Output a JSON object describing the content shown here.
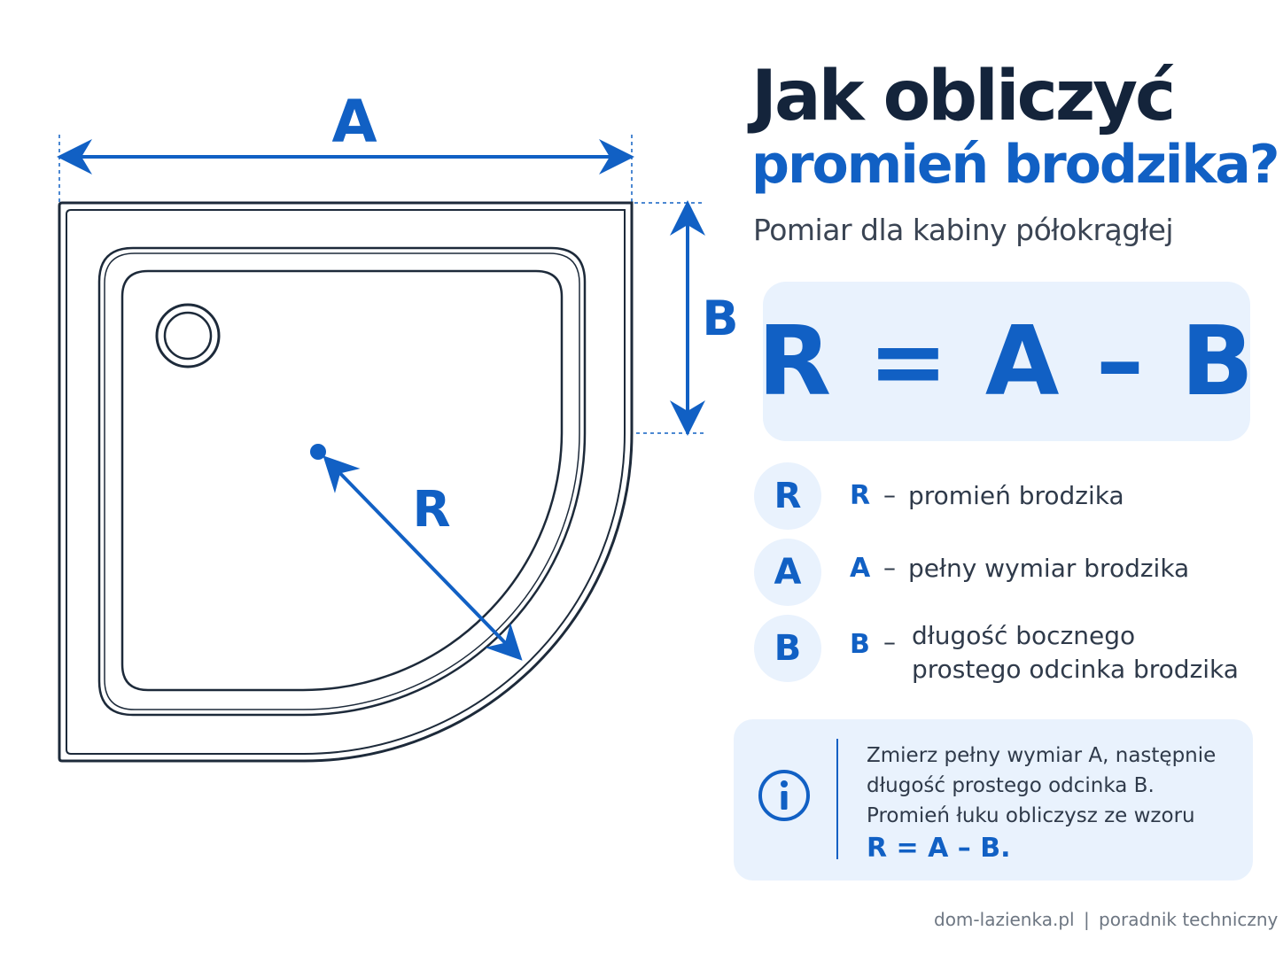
{
  "title": {
    "line1": "Jak obliczyć",
    "line2": "promień brodzika?"
  },
  "subtitle": "Pomiar dla kabiny półokrągłej",
  "diagram": {
    "label_a": "A",
    "label_b": "B",
    "label_r": "R"
  },
  "formula": "R = A – B",
  "legend": [
    {
      "badge": "R",
      "letter": "R",
      "dash": "–",
      "lines": [
        "promień brodzika"
      ]
    },
    {
      "badge": "A",
      "letter": "A",
      "dash": "–",
      "lines": [
        "pełny wymiar brodzika"
      ]
    },
    {
      "badge": "B",
      "letter": "B",
      "dash": "–",
      "lines": [
        "długość bocznego",
        "prostego odcinka brodzika"
      ]
    }
  ],
  "info": {
    "icon": "info-icon",
    "lines": [
      "Zmierz pełny wymiar A, następnie",
      "długość prostego odcinka B.",
      "Promień łuku obliczysz ze wzoru"
    ],
    "formula": "R = A – B."
  },
  "footer": {
    "site": "dom-lazienka.pl",
    "separator": "|",
    "tagline": "poradnik techniczny"
  },
  "colors": {
    "accent": "#1160c4",
    "outline": "#1d2a3a",
    "panel": "#e9f2fd"
  }
}
